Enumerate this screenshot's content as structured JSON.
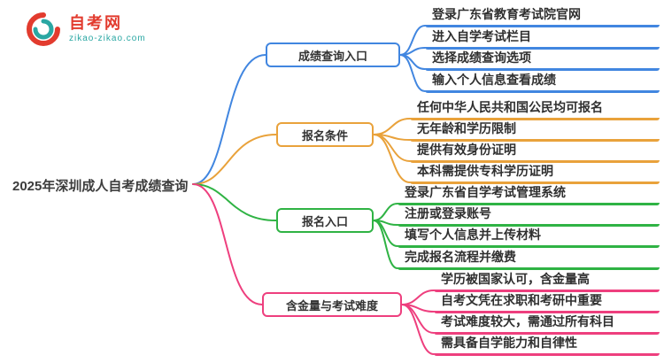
{
  "logo": {
    "title": "自考网",
    "domain": "zikao-zikao.com",
    "mark": "swirl-logo-icon",
    "brand_red": "#e23b2e",
    "brand_teal": "#2aa7a3"
  },
  "root": {
    "label": "2025年深圳成人自考成绩查询"
  },
  "branches": [
    {
      "label": "成绩查询入口",
      "color": "#4186e0",
      "children": [
        "登录广东省教育考试院官网",
        "进入自学考试栏目",
        "选择成绩查询选项",
        "输入个人信息查看成绩"
      ]
    },
    {
      "label": "报名条件",
      "color": "#e9a23b",
      "children": [
        "任何中华人民共和国公民均可报名",
        "无年龄和学历限制",
        "提供有效身份证明",
        "本科需提供专科学历证明"
      ]
    },
    {
      "label": "报名入口",
      "color": "#2fb344",
      "children": [
        "登录广东省自学考试管理系统",
        "注册或登录账号",
        "填写个人信息并上传材料",
        "完成报名流程并缴费"
      ]
    },
    {
      "label": "含金量与考试难度",
      "color": "#ee3f7e",
      "children": [
        "学历被国家认可，含金量高",
        "自考文凭在求职和考研中重要",
        "考试难度较大，需通过所有科目",
        "需具备自学能力和自律性"
      ]
    }
  ]
}
